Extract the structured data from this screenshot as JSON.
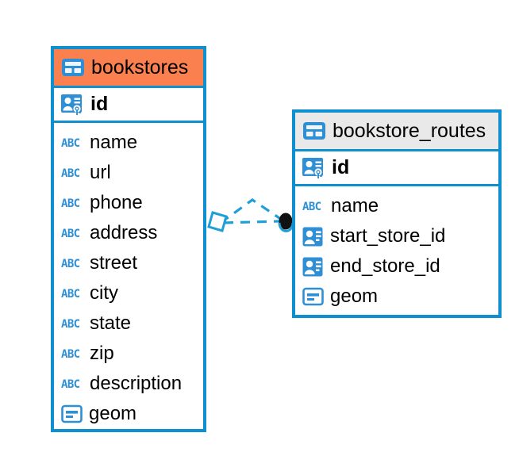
{
  "diagram": {
    "type": "entity-relationship-diagram",
    "background_color": "#ffffff",
    "accent_color": "#0d8fd0",
    "highlight_color": "#fa8050",
    "header_neutral_color": "#e9e9e9"
  },
  "entities": [
    {
      "name": "bookstores",
      "header_style": "orange",
      "primary_key": {
        "label": "id",
        "icon": "primary-key-icon"
      },
      "fields": [
        {
          "label": "name",
          "icon": "abc-text-icon"
        },
        {
          "label": "url",
          "icon": "abc-text-icon"
        },
        {
          "label": "phone",
          "icon": "abc-text-icon"
        },
        {
          "label": "address",
          "icon": "abc-text-icon"
        },
        {
          "label": "street",
          "icon": "abc-text-icon"
        },
        {
          "label": "city",
          "icon": "abc-text-icon"
        },
        {
          "label": "state",
          "icon": "abc-text-icon"
        },
        {
          "label": "zip",
          "icon": "abc-text-icon"
        },
        {
          "label": "description",
          "icon": "abc-text-icon"
        },
        {
          "label": "geom",
          "icon": "geometry-icon"
        }
      ]
    },
    {
      "name": "bookstore_routes",
      "header_style": "gray",
      "primary_key": {
        "label": "id",
        "icon": "primary-key-icon"
      },
      "fields": [
        {
          "label": "name",
          "icon": "abc-text-icon"
        },
        {
          "label": "start_store_id",
          "icon": "foreign-key-icon"
        },
        {
          "label": "end_store_id",
          "icon": "foreign-key-icon"
        },
        {
          "label": "geom",
          "icon": "geometry-icon"
        }
      ]
    }
  ],
  "relationships": [
    {
      "from_entity": "bookstores",
      "to_entity": "bookstore_routes",
      "to_field": "start_store_id",
      "from_marker": "rhombus",
      "to_marker": "filled-circle",
      "line_style": "dashed",
      "line_color": "#1f9fd8"
    },
    {
      "from_entity": "bookstores",
      "to_entity": "bookstore_routes",
      "to_field": "end_store_id",
      "from_marker": "rhombus",
      "to_marker": "filled-circle",
      "line_style": "dashed",
      "line_color": "#1f9fd8"
    }
  ]
}
